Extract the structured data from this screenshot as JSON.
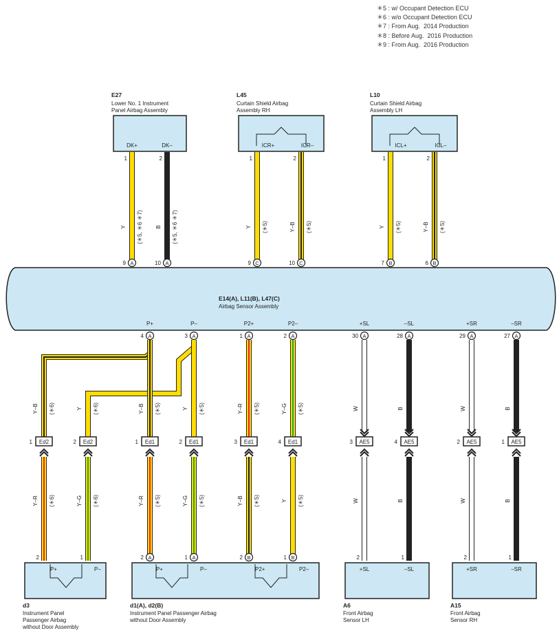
{
  "notes": [
    "＊5 : w/ Occupant Detection ECU",
    "＊6 : w/o Occupant Detection ECU",
    "＊7 : From Aug.  2014 Production",
    "＊8 : Before Aug.  2016 Production",
    "＊9 : From Aug.  2016 Production"
  ],
  "colors": {
    "yellow": "#ffdd00",
    "black": "#222222",
    "red": "#ee2222",
    "green": "#22aa22",
    "component_fill": "#cde8f4",
    "outline": "#222222"
  },
  "top_components": [
    {
      "code": "E27",
      "name1": "Lower No.  1 Instrument",
      "name2": "Panel Airbag Assembly",
      "pin_a": "DK+",
      "pin_b": "DK–",
      "has_symbol": false
    },
    {
      "code": "L45",
      "name1": "Curtain Shield Airbag",
      "name2": "Assembly RH",
      "pin_a": "ICR+",
      "pin_b": "ICR–",
      "has_symbol": true
    },
    {
      "code": "L10",
      "name1": "Curtain Shield Airbag",
      "name2": "Assembly LH",
      "pin_a": "ICL+",
      "pin_b": "ICL–",
      "has_symbol": true
    }
  ],
  "top_wires": [
    {
      "pin_top": "1",
      "color_code": "Y",
      "note": "(＊5, ＊6 ＊7)",
      "pin_bottom": "9",
      "conn": "A",
      "sensor_pin": "DK+",
      "base": "yellow",
      "stripe": null
    },
    {
      "pin_top": "2",
      "color_code": "B",
      "note": "(＊5, ＊6 ＊7)",
      "pin_bottom": "10",
      "conn": "A",
      "sensor_pin": "DK–",
      "base": "black",
      "stripe": null
    },
    {
      "pin_top": "1",
      "color_code": "Y",
      "note": "(＊5)",
      "pin_bottom": "9",
      "conn": "C",
      "sensor_pin": "ICR+",
      "base": "yellow",
      "stripe": null
    },
    {
      "pin_top": "2",
      "color_code": "Y–B",
      "note": "(＊5)",
      "pin_bottom": "10",
      "conn": "C",
      "sensor_pin": "ICR–",
      "base": "yellow",
      "stripe": "black"
    },
    {
      "pin_top": "1",
      "color_code": "Y",
      "note": "(＊5)",
      "pin_bottom": "7",
      "conn": "B",
      "sensor_pin": "ICL+",
      "base": "yellow",
      "stripe": null
    },
    {
      "pin_top": "2",
      "color_code": "Y–B",
      "note": "(＊5)",
      "pin_bottom": "6",
      "conn": "B",
      "sensor_pin": "ICL–",
      "base": "yellow",
      "stripe": "black"
    }
  ],
  "sensor": {
    "code": "E14(A), L11(B), L47(C)",
    "name": "Airbag Sensor Assembly"
  },
  "bottom_pins": [
    {
      "label": "P+",
      "num": "4",
      "conn": "A"
    },
    {
      "label": "P–",
      "num": "3",
      "conn": "A"
    },
    {
      "label": "P2+",
      "num": "1",
      "conn": "A"
    },
    {
      "label": "P2–",
      "num": "2",
      "conn": "A"
    },
    {
      "label": "+SL",
      "num": "30",
      "conn": "A"
    },
    {
      "label": "–SL",
      "num": "28",
      "conn": "A"
    },
    {
      "label": "+SR",
      "num": "29",
      "conn": "A"
    },
    {
      "label": "–SR",
      "num": "27",
      "conn": "A"
    }
  ],
  "mid_wires": [
    {
      "color_code": "Y–B",
      "note": "(＊6)"
    },
    {
      "color_code": "Y",
      "note": "(＊6)"
    },
    {
      "color_code": "Y–B",
      "note": "(＊5)"
    },
    {
      "color_code": "Y",
      "note": "(＊5)"
    },
    {
      "color_code": "Y–R",
      "note": "(＊5)"
    },
    {
      "color_code": "Y–G",
      "note": "(＊5)"
    },
    {
      "color_code": "W",
      "note": ""
    },
    {
      "color_code": "B",
      "note": ""
    },
    {
      "color_code": "W",
      "note": ""
    },
    {
      "color_code": "B",
      "note": ""
    }
  ],
  "connectors": [
    {
      "num": "1",
      "name": "Ed2"
    },
    {
      "num": "2",
      "name": "Ed2"
    },
    {
      "num": "1",
      "name": "Ed1"
    },
    {
      "num": "2",
      "name": "Ed1"
    },
    {
      "num": "3",
      "name": "Ed1"
    },
    {
      "num": "4",
      "name": "Ed1"
    },
    {
      "num": "3",
      "name": "AE5"
    },
    {
      "num": "4",
      "name": "AE5"
    },
    {
      "num": "2",
      "name": "AE5"
    },
    {
      "num": "1",
      "name": "AE5"
    }
  ],
  "lower_wires": [
    {
      "color_code": "Y–R",
      "note": "(＊6)",
      "pin": "2",
      "conn": "",
      "base": "yellow",
      "stripe": "red"
    },
    {
      "color_code": "Y–G",
      "note": "(＊6)",
      "pin": "1",
      "conn": "",
      "base": "yellow",
      "stripe": "green"
    },
    {
      "color_code": "Y–R",
      "note": "(＊5)",
      "pin": "2",
      "conn": "A",
      "base": "yellow",
      "stripe": "red"
    },
    {
      "color_code": "Y–G",
      "note": "(＊5)",
      "pin": "1",
      "conn": "A",
      "base": "yellow",
      "stripe": "green"
    },
    {
      "color_code": "Y–B",
      "note": "(＊5)",
      "pin": "2",
      "conn": "B",
      "base": "yellow",
      "stripe": "black"
    },
    {
      "color_code": "Y",
      "note": "(＊5)",
      "pin": "1",
      "conn": "B",
      "base": "yellow",
      "stripe": null
    },
    {
      "color_code": "W",
      "note": "",
      "pin": "2",
      "conn": "",
      "base": "white",
      "stripe": null
    },
    {
      "color_code": "B",
      "note": "",
      "pin": "1",
      "conn": "",
      "base": "black",
      "stripe": null
    },
    {
      "color_code": "W",
      "note": "",
      "pin": "2",
      "conn": "",
      "base": "white",
      "stripe": null
    },
    {
      "color_code": "B",
      "note": "",
      "pin": "1",
      "conn": "",
      "base": "black",
      "stripe": null
    }
  ],
  "bottom_components": [
    {
      "code": "d3",
      "name1": "Instrument Panel",
      "name2": "Passenger Airbag",
      "name3": "without Door Assembly",
      "pins": [
        "P+",
        "P–"
      ]
    },
    {
      "code": "d1(A), d2(B)",
      "name1": "Instrument Panel Passenger Airbag",
      "name2": "without Door Assembly",
      "name3": "",
      "pins": [
        "P+",
        "P–",
        "P2+",
        "P2–"
      ]
    },
    {
      "code": "A6",
      "name1": "Front Airbag",
      "name2": "Sensor LH",
      "name3": "",
      "pins": [
        "+SL",
        "–SL"
      ]
    },
    {
      "code": "A15",
      "name1": "Front Airbag",
      "name2": "Sensor RH",
      "name3": "",
      "pins": [
        "+SR",
        "–SR"
      ]
    }
  ]
}
